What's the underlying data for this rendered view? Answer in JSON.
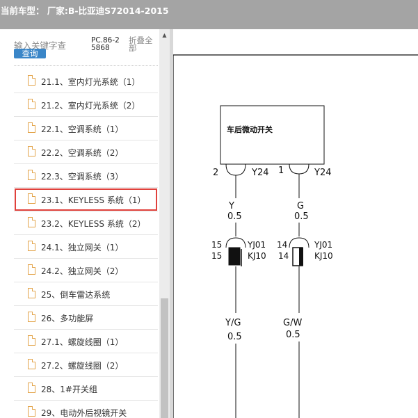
{
  "window": {
    "title": "当前车型： 厂家:B-比亚迪S72014-2015"
  },
  "search": {
    "placeholder": "输入关键字查",
    "button_label": "查询",
    "code": "PC.86-25868",
    "collapse_label": "折叠全部"
  },
  "tree": {
    "items": [
      {
        "label": "21.1、室内灯光系统（1）"
      },
      {
        "label": "21.2、室内灯光系统（2）"
      },
      {
        "label": "22.1、空调系统（1）"
      },
      {
        "label": "22.2、空调系统（2）"
      },
      {
        "label": "22.3、空调系统（3）"
      },
      {
        "label": "23.1、KEYLESS 系统（1）"
      },
      {
        "label": "23.2、KEYLESS 系统（2）"
      },
      {
        "label": "24.1、独立网关（1）"
      },
      {
        "label": "24.2、独立网关（2）"
      },
      {
        "label": "25、倒车雷达系统"
      },
      {
        "label": "26、多功能屏"
      },
      {
        "label": "27.1、螺旋线圈（1）"
      },
      {
        "label": "27.2、螺旋线圈（2）"
      },
      {
        "label": "28、1#开关组"
      },
      {
        "label": "29、电动外后视镜开关"
      }
    ],
    "selected_index": 5
  },
  "diagram": {
    "component_label": "车后微动开关",
    "left": {
      "pin": "2",
      "connector": "Y24",
      "wire_color": "Y",
      "wire_size": "0.5",
      "joint_pin_top": "15",
      "joint_pin_bottom": "15",
      "joint_top": "YJ01",
      "joint_bottom": "KJ10",
      "wire2_color": "Y/G",
      "wire2_size": "0.5"
    },
    "right": {
      "pin": "1",
      "connector": "Y24",
      "wire_color": "G",
      "wire_size": "0.5",
      "joint_pin_top": "14",
      "joint_pin_bottom": "14",
      "joint_top": "YJ01",
      "joint_bottom": "KJ10",
      "wire2_color": "G/W",
      "wire2_size": "0.5"
    }
  }
}
